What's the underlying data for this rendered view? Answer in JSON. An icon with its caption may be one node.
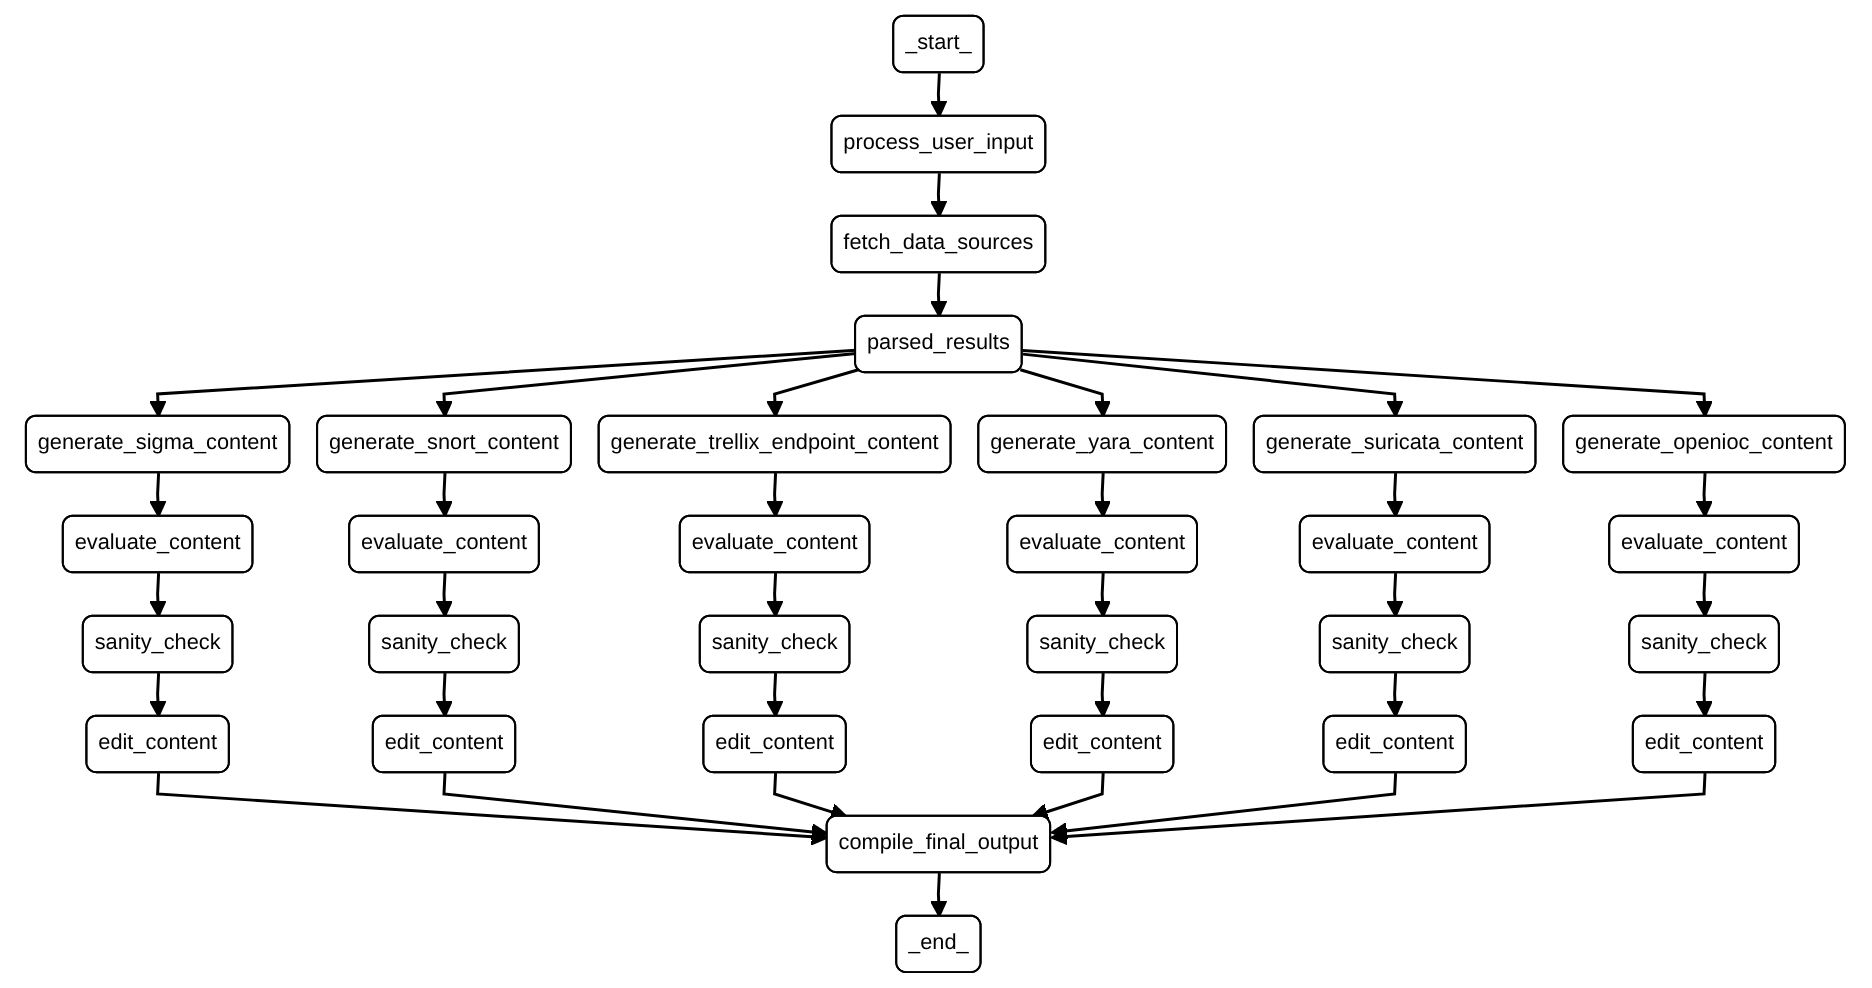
{
  "diagram": {
    "nodes": [
      {
        "text": [
          "_start_"
        ]
      },
      {
        "text": [
          "process_user_input"
        ]
      },
      {
        "text": [
          "fetch_data_sources"
        ]
      },
      {
        "text": [
          "parsed_results"
        ]
      },
      {
        "text": [
          "generate_sigma_content"
        ]
      },
      {
        "text": [
          "evaluate_content"
        ]
      },
      {
        "text": [
          "sanity_check"
        ]
      },
      {
        "text": [
          "edit_content"
        ]
      },
      {
        "text": [
          "generate_snort_content"
        ]
      },
      {
        "text": [
          "evaluate_content"
        ]
      },
      {
        "text": [
          "sanity_check"
        ]
      },
      {
        "text": [
          "edit_content"
        ]
      },
      {
        "text": [
          "generate_trellix_endpoint_content"
        ]
      },
      {
        "text": [
          "evaluate_content"
        ]
      },
      {
        "text": [
          "sanity_check"
        ]
      },
      {
        "text": [
          "edit_content"
        ]
      },
      {
        "text": [
          "generate_yara_content"
        ]
      },
      {
        "text": [
          "evaluate_content"
        ]
      },
      {
        "text": [
          "sanity_check"
        ]
      },
      {
        "text": [
          "edit_content"
        ]
      },
      {
        "text": [
          "generate_suricata_content"
        ]
      },
      {
        "text": [
          "evaluate_content"
        ]
      },
      {
        "text": [
          "sanity_check"
        ]
      },
      {
        "text": [
          "edit_content"
        ]
      },
      {
        "text": [
          "generate_openioc_content"
        ]
      },
      {
        "text": [
          "evaluate_content"
        ]
      },
      {
        "text": [
          "sanity_check"
        ]
      },
      {
        "text": [
          "edit_content"
        ]
      },
      {
        "text": [
          "compile_final_output"
        ]
      },
      {
        "text": [
          "_end_"
        ]
      }
    ],
    "edges": [
      {
        "from": 0,
        "to": 1,
        "arrow": "to"
      },
      {
        "from": 1,
        "to": 2,
        "arrow": "to"
      },
      {
        "from": 2,
        "to": 3,
        "arrow": "to"
      },
      {
        "from": 3,
        "to": 4,
        "arrow": "to"
      },
      {
        "from": 3,
        "to": 8,
        "arrow": "to"
      },
      {
        "from": 3,
        "to": 12,
        "arrow": "to"
      },
      {
        "from": 3,
        "to": 16,
        "arrow": "to"
      },
      {
        "from": 3,
        "to": 20,
        "arrow": "to"
      },
      {
        "from": 3,
        "to": 24,
        "arrow": "to"
      },
      {
        "from": 4,
        "to": 5,
        "arrow": "to"
      },
      {
        "from": 5,
        "to": 6,
        "arrow": "to"
      },
      {
        "from": 6,
        "to": 7,
        "arrow": "to"
      },
      {
        "from": 8,
        "to": 9,
        "arrow": "to"
      },
      {
        "from": 9,
        "to": 10,
        "arrow": "to"
      },
      {
        "from": 10,
        "to": 11,
        "arrow": "to"
      },
      {
        "from": 12,
        "to": 13,
        "arrow": "to"
      },
      {
        "from": 13,
        "to": 14,
        "arrow": "to"
      },
      {
        "from": 14,
        "to": 15,
        "arrow": "to"
      },
      {
        "from": 16,
        "to": 17,
        "arrow": "to"
      },
      {
        "from": 17,
        "to": 18,
        "arrow": "to"
      },
      {
        "from": 18,
        "to": 19,
        "arrow": "to"
      },
      {
        "from": 20,
        "to": 21,
        "arrow": "to"
      },
      {
        "from": 21,
        "to": 22,
        "arrow": "to"
      },
      {
        "from": 22,
        "to": 23,
        "arrow": "to"
      },
      {
        "from": 24,
        "to": 25,
        "arrow": "to"
      },
      {
        "from": 25,
        "to": 26,
        "arrow": "to"
      },
      {
        "from": 26,
        "to": 27,
        "arrow": "to"
      },
      {
        "from": 7,
        "to": 28,
        "arrow": "to"
      },
      {
        "from": 11,
        "to": 28,
        "arrow": "to"
      },
      {
        "from": 15,
        "to": 28,
        "arrow": "to"
      },
      {
        "from": 19,
        "to": 28,
        "arrow": "to"
      },
      {
        "from": 23,
        "to": 28,
        "arrow": "to"
      },
      {
        "from": 27,
        "to": 28,
        "arrow": "to"
      },
      {
        "from": 28,
        "to": 29,
        "arrow": "to"
      }
    ]
  }
}
